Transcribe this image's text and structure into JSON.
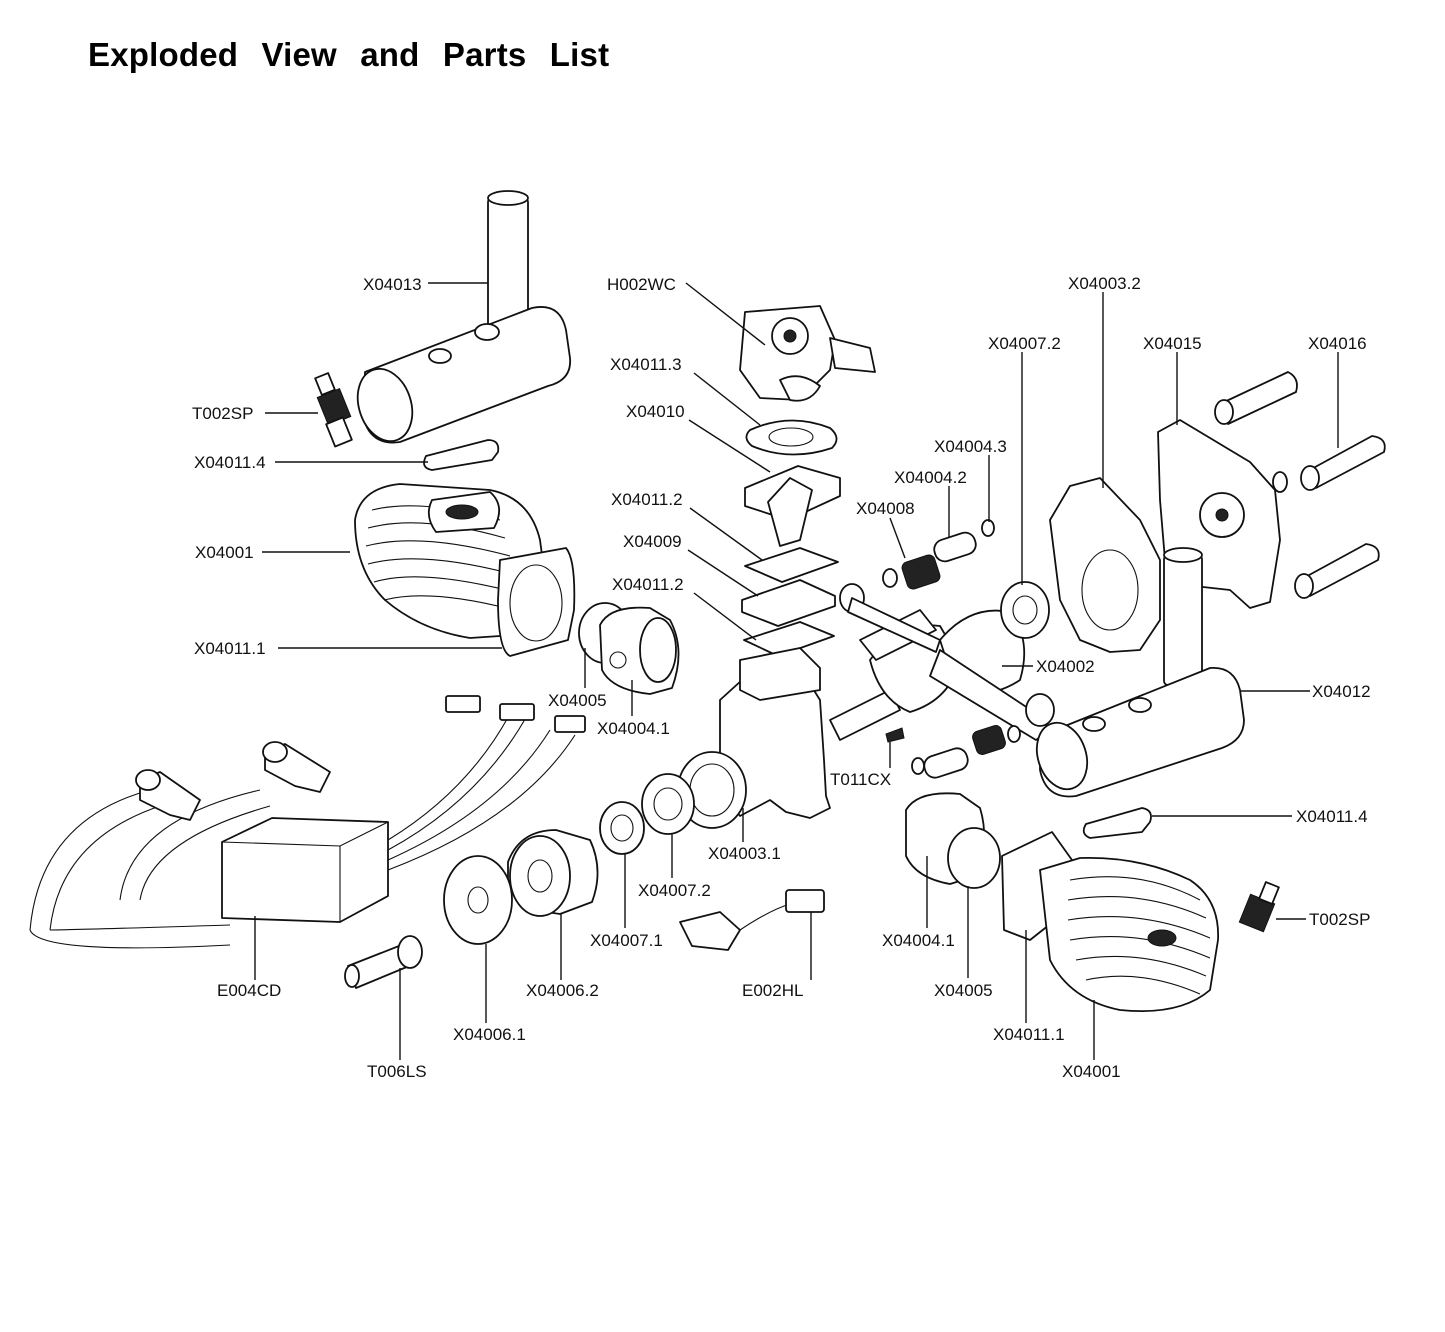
{
  "header": {
    "title": "Exploded View and Parts List"
  },
  "parts": {
    "x04013": "X04013",
    "h002wc": "H002WC",
    "x04003_2": "X04003.2",
    "x04007_2_top": "X04007.2",
    "x04015": "X04015",
    "x04016": "X04016",
    "x04011_3": "X04011.3",
    "t002sp_left": "T002SP",
    "x04010": "X04010",
    "x04004_3": "X04004.3",
    "x04011_4_left": "X04011.4",
    "x04004_2": "X04004.2",
    "x04008": "X04008",
    "x04011_2_top": "X04011.2",
    "x04001_left": "X04001",
    "x04009": "X04009",
    "x04011_2_bottom": "X04011.2",
    "x04011_1_left": "X04011.1",
    "x04002": "X04002",
    "x04012": "X04012",
    "x04005_left": "X04005",
    "x04004_1_left": "X04004.1",
    "t011cx": "T011CX",
    "x04011_4_right": "X04011.4",
    "x04003_1": "X04003.1",
    "x04007_2_bottom": "X04007.2",
    "t002sp_right": "T002SP",
    "x04007_1": "X04007.1",
    "x04004_1_right": "X04004.1",
    "e004cd": "E004CD",
    "x04006_2": "X04006.2",
    "e002hl": "E002HL",
    "x04005_right": "X04005",
    "x04006_1": "X04006.1",
    "x04011_1_right": "X04011.1",
    "t006ls": "T006LS",
    "x04001_right": "X04001"
  }
}
